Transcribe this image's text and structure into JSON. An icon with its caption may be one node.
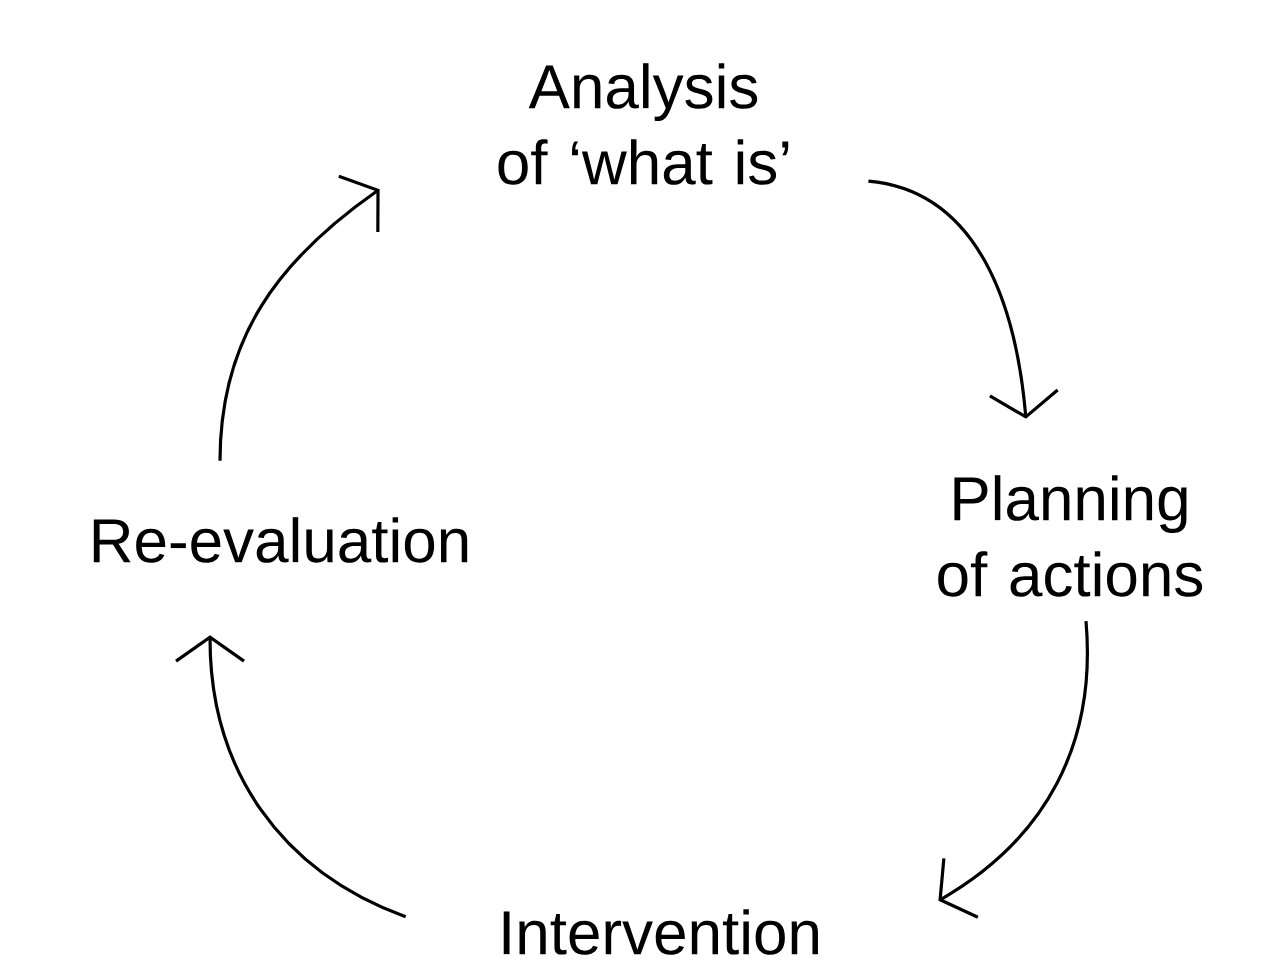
{
  "diagram": {
    "nodes": [
      {
        "text": [
          "Analysis of ‘what is’"
        ]
      },
      {
        "text": [
          "Planning of actions"
        ]
      },
      {
        "text": [
          "Intervention"
        ]
      },
      {
        "text": [
          "Re-evaluation"
        ]
      }
    ],
    "edges": [
      {
        "from": 0,
        "to": 1,
        "arrow": "to"
      },
      {
        "from": 1,
        "to": 2,
        "arrow": "to"
      },
      {
        "from": 2,
        "to": 3,
        "arrow": "to"
      },
      {
        "from": 3,
        "to": 0,
        "arrow": "to"
      }
    ]
  }
}
